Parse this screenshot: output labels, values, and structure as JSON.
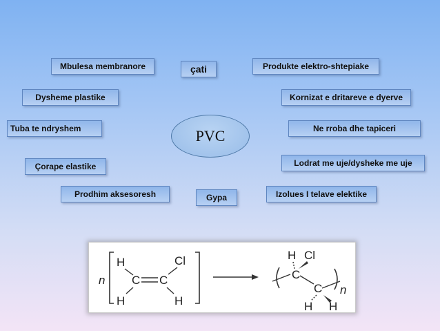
{
  "center": {
    "label": "PVC"
  },
  "applications": {
    "roof": "çati",
    "membrane_covers": "Mbulesa membranore",
    "plastic_floors": "Dysheme plastike",
    "pipes": "Tuba te ndryshem",
    "elastic_socks": "Çorape elastike",
    "accessories": "Prodhim aksesoresh",
    "gypsum": "Gypa",
    "appliances": "Produkte elektro-shtepiake",
    "window_frames": "Kornizat e dritareve e dyerve",
    "clothing": "Ne rroba dhe tapiceri",
    "floors": "Lodrat me uje/dysheke me uje",
    "cable_insulation": "Izolues I telave elektike"
  },
  "formula": {
    "n": "n",
    "monomer": {
      "h1": "H",
      "c1": "C",
      "c2": "C",
      "cl": "Cl",
      "h2": "H",
      "h3": "H"
    },
    "polymer": {
      "h1": "H",
      "cl": "Cl",
      "c1": "C",
      "c2": "C",
      "h2": "H",
      "h3": "H",
      "n": "n"
    }
  }
}
